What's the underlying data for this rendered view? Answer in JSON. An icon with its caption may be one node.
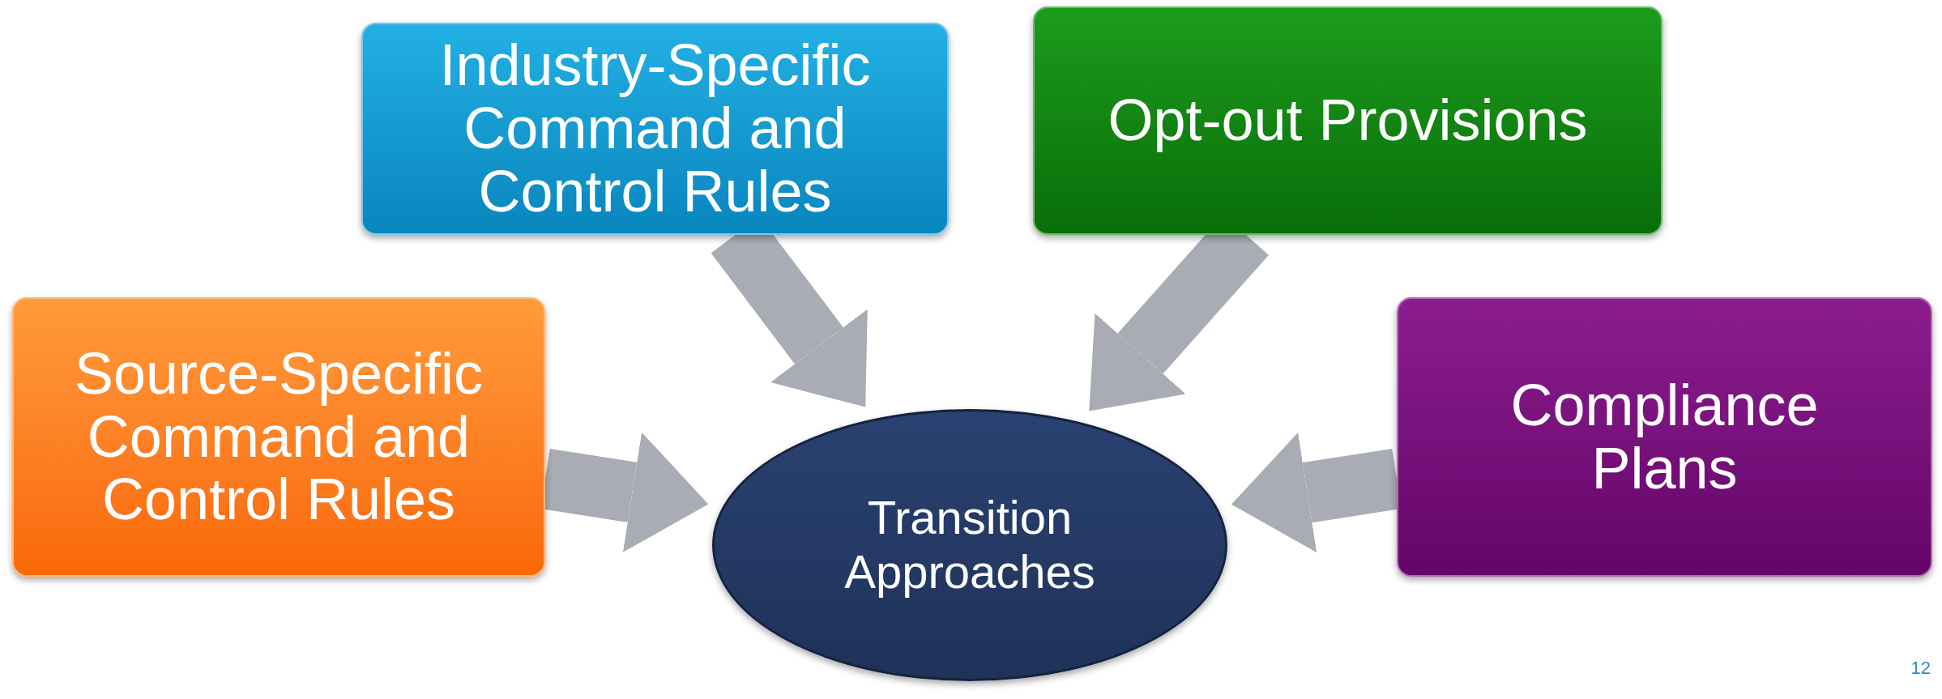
{
  "diagram": {
    "nodes": [
      {
        "text": [
          "Industry-Specific Command and Control Rules"
        ]
      },
      {
        "text": [
          "Opt-out Provisions"
        ]
      },
      {
        "text": [
          "Source-Specific Command and Control Rules"
        ]
      },
      {
        "text": [
          "Compliance Plans"
        ]
      },
      {
        "text": [
          "Transition Approaches"
        ]
      }
    ],
    "edges": [
      {
        "from": 0,
        "to": 4,
        "arrow": "to"
      },
      {
        "from": 1,
        "to": 4,
        "arrow": "to"
      },
      {
        "from": 2,
        "to": 4,
        "arrow": "to"
      },
      {
        "from": 3,
        "to": 4,
        "arrow": "to"
      }
    ],
    "labels": [
      "12"
    ]
  }
}
